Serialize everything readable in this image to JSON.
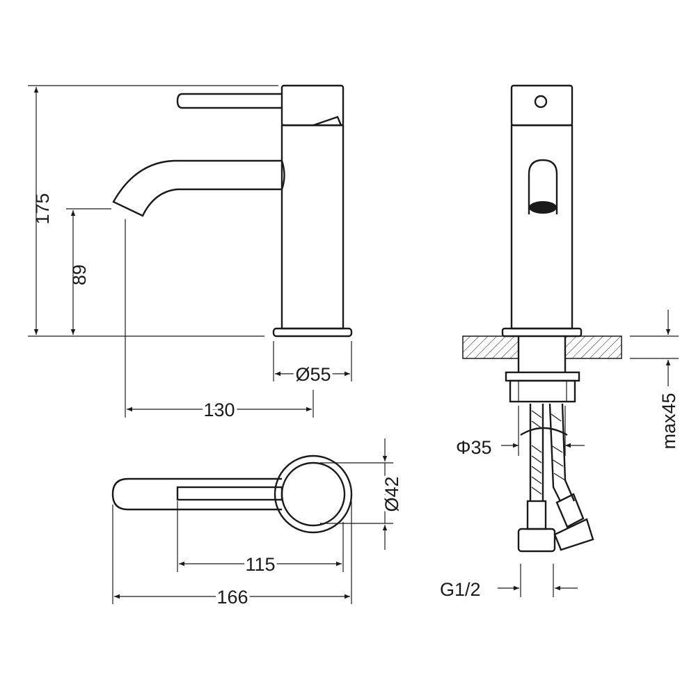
{
  "dimensions": {
    "total_height": "175",
    "spout_height": "89",
    "base_diameter": "Ø55",
    "spout_reach": "130",
    "body_diameter": "Ø42",
    "lever_length": "115",
    "total_length": "166",
    "shank_diameter": "Φ35",
    "connection_thread": "G1/2",
    "max_counter_thickness": "max45"
  },
  "colors": {
    "line": "#1a1a1a",
    "background": "#ffffff"
  }
}
